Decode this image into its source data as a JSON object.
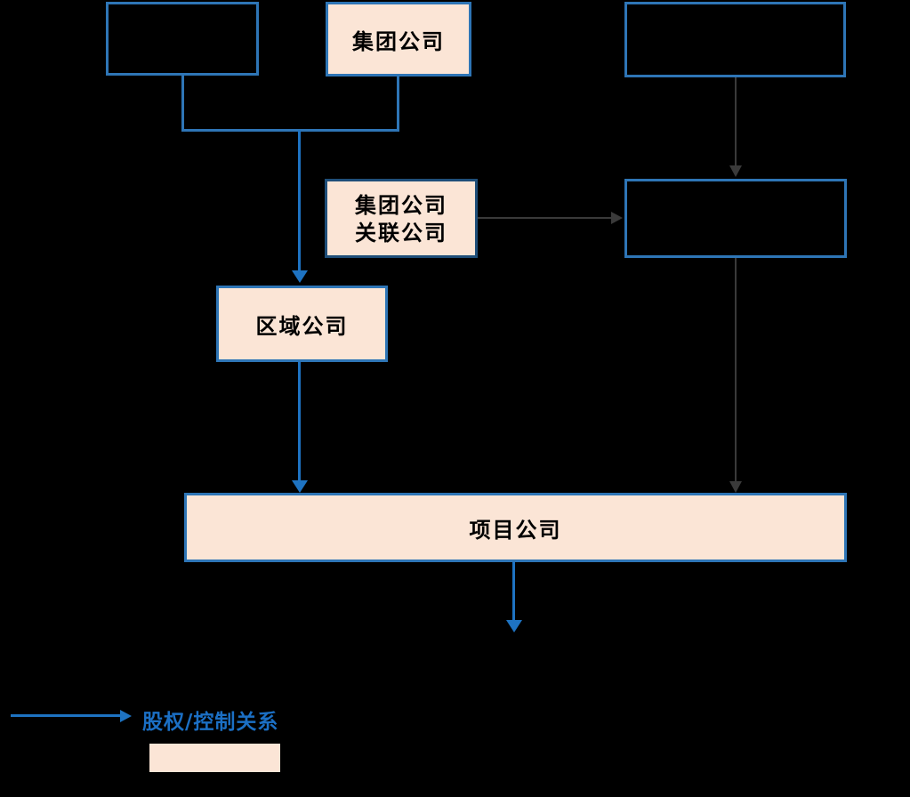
{
  "diagram": {
    "title": "corporate-equity-control-structure",
    "nodes": [
      {
        "id": "parent-left",
        "label": ""
      },
      {
        "id": "group-company",
        "label": "集团公司"
      },
      {
        "id": "top-right",
        "label": ""
      },
      {
        "id": "group-affiliate",
        "label_line1": "集团公司",
        "label_line2": "关联公司"
      },
      {
        "id": "mid-right",
        "label": ""
      },
      {
        "id": "regional-company",
        "label": "区域公司"
      },
      {
        "id": "project-company",
        "label": "项目公司"
      }
    ],
    "legend": {
      "arrow_label": "股权/控制关系",
      "swatch_label": ""
    },
    "colors": {
      "bg": "#000000",
      "peach": "#FBE5D6",
      "border-blue": "#2E75B6",
      "border-navy": "#1F4E79",
      "arrow-blue": "#1E73C2",
      "arrow-gray": "#3A3A3A",
      "legend-text": "#1B6FC4",
      "node-text": "#000000"
    }
  }
}
